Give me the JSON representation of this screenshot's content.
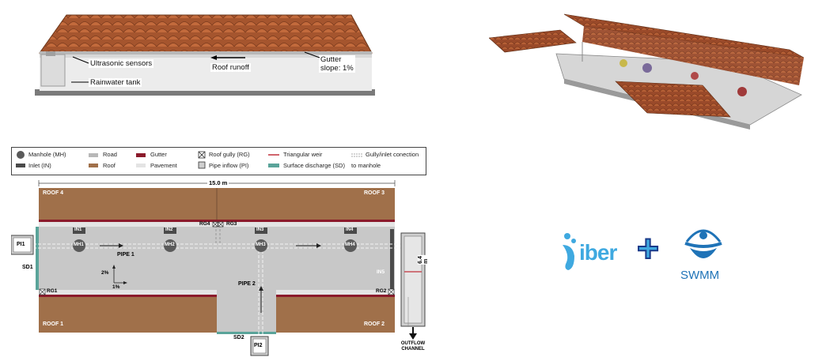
{
  "photo_labels": {
    "sensors": "Ultrasonic sensors",
    "tank": "Rainwater tank",
    "runoff": "Roof runoff",
    "gutter_line1": "Gutter",
    "gutter_line2": "slope: 1%"
  },
  "legend": {
    "manhole": "Manhole (MH)",
    "inlet": "Inlet (IN)",
    "road": "Road",
    "roof": "Roof",
    "gutter": "Gutter",
    "pavement": "Pavement",
    "roof_gully": "Roof gully (RG)",
    "pipe_inflow": "Pipe inflow (PI)",
    "weir": "Triangular weir",
    "surface_discharge": "Surface discharge (SD)",
    "connection_line1": "Gully/inlet conection",
    "connection_line2": "to manhole"
  },
  "plan": {
    "dimension_width": "15.0 m",
    "dimension_height": "6.4 m",
    "roofs": [
      "ROOF 4",
      "ROOF 3",
      "ROOF 1",
      "ROOF 2"
    ],
    "inlets": [
      "IN1",
      "IN2",
      "IN3",
      "IN4",
      "IN5"
    ],
    "manholes": [
      "MH1",
      "MH2",
      "MH3",
      "MH4"
    ],
    "gullies": [
      "RG1",
      "RG2",
      "RG3",
      "RG4"
    ],
    "pipe_inflows": [
      "PI1",
      "PI2"
    ],
    "surface_discharges": [
      "SD1",
      "SD2"
    ],
    "pipes": [
      "PIPE 1",
      "PIPE 2"
    ],
    "slope_x": "2%",
    "slope_y": "1%",
    "outflow_line1": "OUTFLOW",
    "outflow_line2": "CHANNEL"
  },
  "logos": {
    "iber": "iber",
    "plus": "+",
    "swmm": "SWMM"
  },
  "colors": {
    "roof": "#a0704a",
    "road": "#c8c8c8",
    "pavement": "#e4e4e4",
    "gutter": "#8b1a2b",
    "surface_discharge": "#5aa49a",
    "weir": "#c0303a",
    "iber_blue": "#3fa9e0",
    "swmm_blue": "#1f73b7"
  }
}
